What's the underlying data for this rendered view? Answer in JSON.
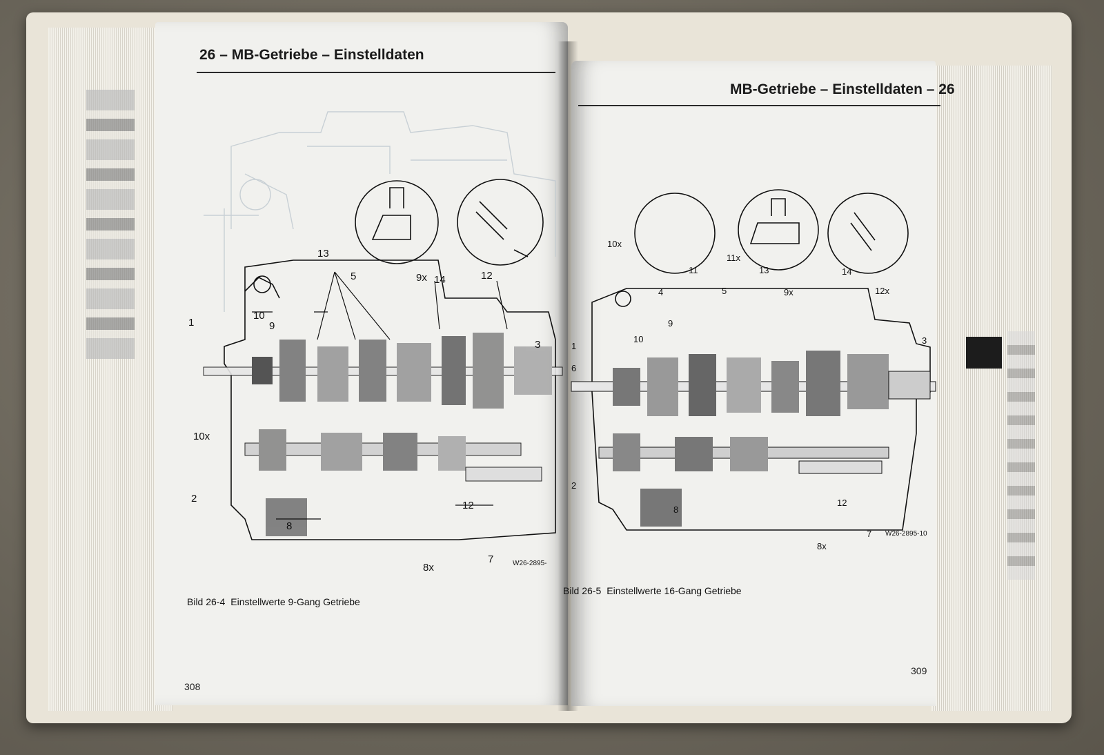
{
  "left_page": {
    "title": "26 – MB-Getriebe – Einstelldaten",
    "figure": {
      "number": "Bild 26-4",
      "caption": "Einstellwerte 9-Gang Getriebe",
      "drawing_code": "W26-2895-",
      "labels": [
        "1",
        "2",
        "3",
        "5",
        "8",
        "9",
        "10",
        "12",
        "13",
        "14",
        "7",
        "8x",
        "9x",
        "10x"
      ]
    },
    "page_number": "308"
  },
  "right_page": {
    "title": "MB-Getriebe – Einstelldaten – 26",
    "figure": {
      "number": "Bild 26-5",
      "caption": "Einstellwerte 16-Gang Getriebe",
      "drawing_code": "W26-2895-10",
      "labels": [
        "1",
        "2",
        "3",
        "4",
        "5",
        "6",
        "7",
        "8",
        "9",
        "10",
        "11",
        "12",
        "13",
        "14",
        "8x",
        "9x",
        "10x",
        "11x",
        "12x"
      ]
    },
    "page_number": "309"
  },
  "colors": {
    "paper": "#f1f1ee",
    "ink": "#1a1a1a",
    "cover": "#e9e4d8",
    "background": "#6f6a5f"
  }
}
